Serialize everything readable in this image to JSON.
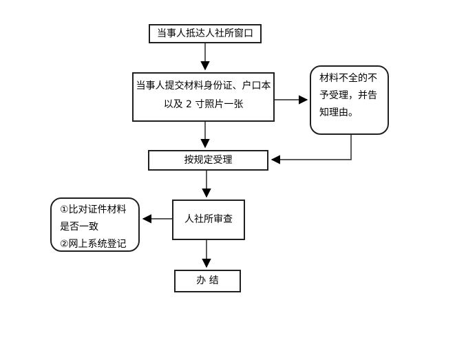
{
  "flowchart": {
    "node_arrive": {
      "label": "当事人抵达人社所窗口"
    },
    "node_submit": {
      "line1": "当事人提交材料身份证、户口本",
      "line2": "以及 2 寸照片一张"
    },
    "node_reject": {
      "line1": "材料不全的不",
      "line2": "予受理，并告",
      "line3": "知理由。"
    },
    "node_accept": {
      "label": "按规定受理"
    },
    "node_review": {
      "label": "人社所审查"
    },
    "node_check": {
      "line1": "①比对证件材料",
      "line2": "是否一致",
      "line3": "②网上系统登记"
    },
    "node_done": {
      "label": "办 结"
    },
    "colors": {
      "box_border": "#1f1f1f",
      "connector_line": "#404040",
      "arrowhead": "#000000",
      "background": "#ffffff",
      "text": "#000000"
    }
  }
}
